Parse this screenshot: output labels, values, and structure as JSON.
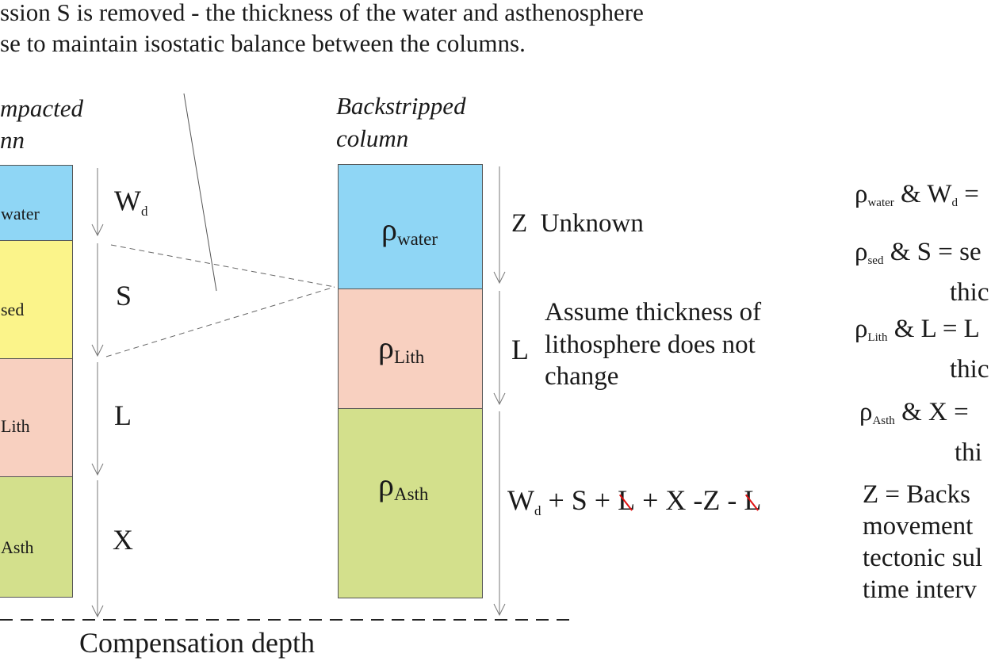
{
  "header": {
    "line1": "ssion S is removed - the thickness of the water and asthenosphere",
    "line2": "se to maintain isostatic balance between the columns."
  },
  "left_column": {
    "title_line1": "mpacted",
    "title_line2": "nn",
    "layers": {
      "water": "water",
      "sed": "sed",
      "lith": "Lith",
      "asth": "Asth"
    },
    "thickness": {
      "wd_main": "W",
      "wd_sub": "d",
      "s": "S",
      "l": "L",
      "x": "X"
    }
  },
  "backstripped": {
    "title_line1": "Backstripped",
    "title_line2": "column",
    "rho": "ρ",
    "water_sub": "water",
    "lith_sub": "Lith",
    "asth_sub": "Asth",
    "z_label": "Z",
    "z_note": "Unknown",
    "l_label": "L",
    "l_note_line1": "Assume thickness of",
    "l_note_line2": "lithosphere does not",
    "l_note_line3": "change"
  },
  "formula": {
    "w": "W",
    "w_sub": "d",
    "p1": " + S + ",
    "l1": "L",
    "p2": " + X -Z - ",
    "l2": "L"
  },
  "legend": {
    "rho": "ρ",
    "water_sub": "water",
    "water_rest": " & W",
    "water_rest_sub": "d",
    "water_tail": " =",
    "sed_sub": "sed",
    "sed_rest": " & S = se",
    "sed_line2": "thic",
    "lith_sub": "Lith",
    "lith_rest": " & L = L",
    "lith_line2": "thic",
    "asth_sub": "Asth",
    "asth_rest": " & X = ",
    "asth_line2": "thi",
    "z_line1": "Z =   Backs",
    "z_line2": "movement",
    "z_line3": "tectonic sul",
    "z_line4": "time interv"
  },
  "compensation": "Compensation depth",
  "colors": {
    "water": "#8fd6f5",
    "sed": "#fbf48a",
    "lith": "#f8d0c0",
    "asth": "#d3e08c",
    "strike": "#e01010"
  }
}
